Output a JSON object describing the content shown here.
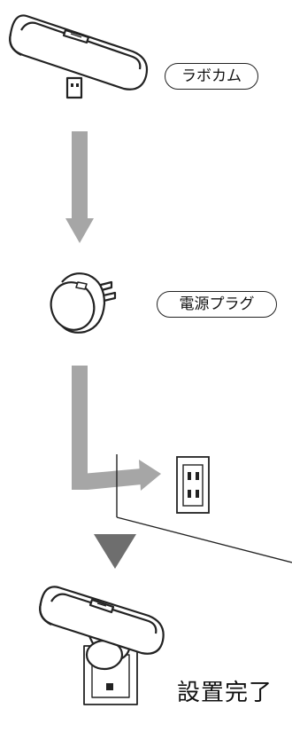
{
  "labels": {
    "camera": "ラボカム",
    "plug": "電源プラグ",
    "done": "設置完了"
  },
  "colors": {
    "arrow": "#a6a6a6",
    "triangle": "#6e6e6e",
    "line": "#222222"
  },
  "icons": {
    "camera": "labocam-device-icon",
    "plug": "power-plug-icon",
    "outlet": "wall-outlet-icon",
    "assembled": "installed-camera-icon"
  }
}
